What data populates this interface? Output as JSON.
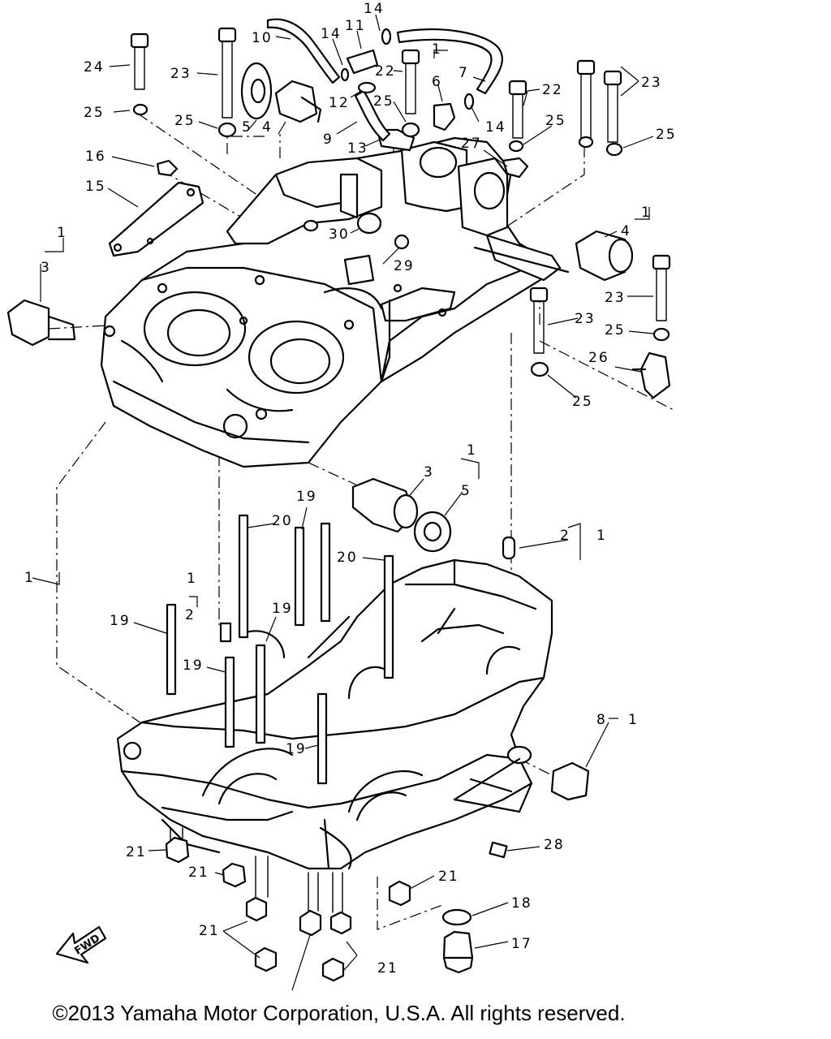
{
  "callouts": {
    "c14a": "14",
    "c11": "11",
    "c10": "10",
    "c14b": "14",
    "c1a": "1",
    "c7": "7",
    "c24": "24",
    "c23a": "23",
    "c22a": "22",
    "c6": "6",
    "c22b": "22",
    "c23b": "23",
    "c12": "12",
    "c25a": "25",
    "c14c": "14",
    "c25b": "25",
    "c25c": "25",
    "c5a": "5",
    "c4a": "4",
    "c9": "9",
    "c25d": "25",
    "c25e": "25",
    "c13": "13",
    "c27": "27",
    "c16": "16",
    "c15": "15",
    "c1b": "1",
    "c4b": "4",
    "c30": "30",
    "c1c": "1",
    "c3a": "3",
    "c29": "29",
    "c23c": "23",
    "c23d": "23",
    "c25f": "25",
    "c26": "26",
    "c25g": "25",
    "c1d": "1",
    "c3b": "3",
    "c5b": "5",
    "c19a": "19",
    "c20a": "20",
    "c2a": "2",
    "c1e": "1",
    "c20b": "20",
    "c1f": "1",
    "c1g": "1",
    "c2b": "2",
    "c19b": "19",
    "c19c": "19",
    "c19d": "19",
    "c8": "8",
    "c1h": "1",
    "c19e": "19",
    "c28": "28",
    "c21a": "21",
    "c21b": "21",
    "c21c": "21",
    "c18": "18",
    "c21d": "21",
    "c17": "17",
    "c21e": "21"
  },
  "fwd_label": "FWD",
  "copyright": "©2013 Yamaha Motor Corporation, U.S.A. All rights reserved."
}
